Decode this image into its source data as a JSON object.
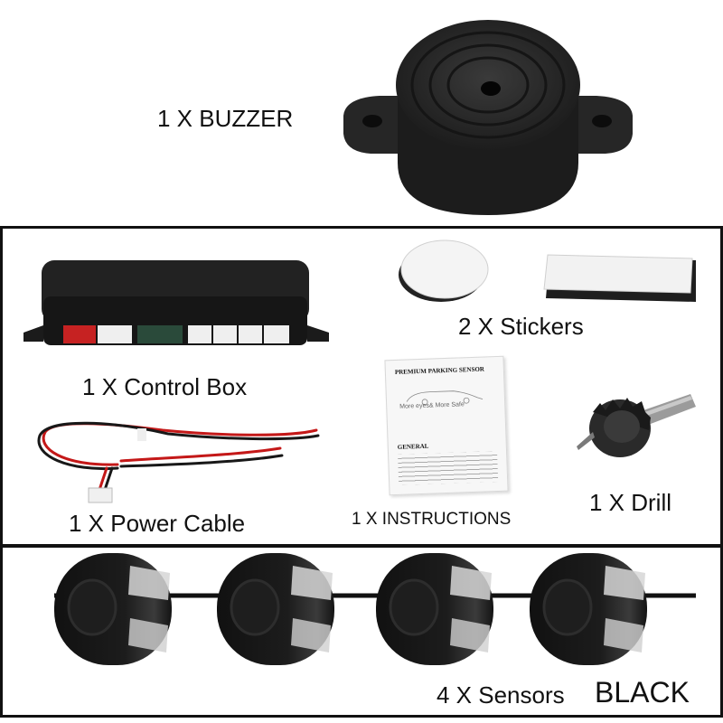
{
  "buzzer": {
    "label": "1 X BUZZER"
  },
  "kit": {
    "control_box": {
      "label": "1 X Control Box"
    },
    "stickers": {
      "label": "2 X Stickers"
    },
    "power_cable": {
      "label": "1 X Power Cable"
    },
    "instructions": {
      "label": "1 X INSTRUCTIONS",
      "booklet_title": "PREMIUM PARKING SENSOR",
      "booklet_slogan": "More eyes& More Safe",
      "booklet_heading": "GENERAL"
    },
    "drill": {
      "label": "1 X Drill"
    }
  },
  "sensors": {
    "label": "4 X Sensors",
    "color_label": "BLACK"
  }
}
